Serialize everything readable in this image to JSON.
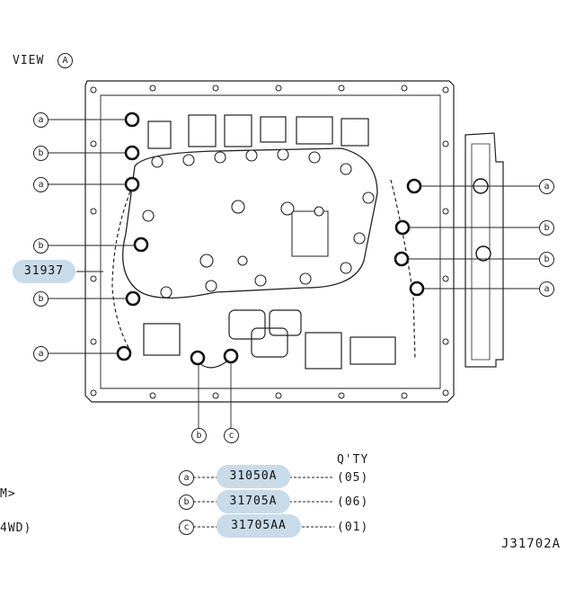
{
  "view_label": "VIEW",
  "view_letter": "A",
  "callouts": {
    "a": "a",
    "b": "b",
    "c": "c"
  },
  "part_callout": "31937",
  "qty_header": "Q'TY",
  "parts": [
    {
      "letter": "a",
      "number": "31050A",
      "qty": "(05)"
    },
    {
      "letter": "b",
      "number": "31705A",
      "qty": "(06)"
    },
    {
      "letter": "c",
      "number": "31705AA",
      "qty": "(01)"
    }
  ],
  "side_fragments": [
    "M>",
    "4WD)"
  ],
  "diagram_id": "J31702A",
  "colors": {
    "highlight": "#c9dbe9",
    "line": "#222222"
  }
}
